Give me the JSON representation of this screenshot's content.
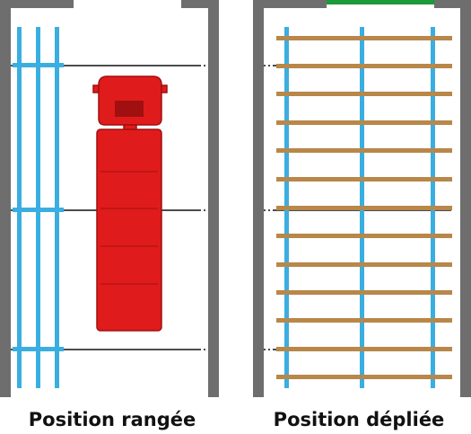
{
  "panels": [
    {
      "id": "stowed",
      "caption": "Position rangée"
    },
    {
      "id": "deployed",
      "caption": "Position dépliée"
    }
  ],
  "colors": {
    "wall": "#6e6e6e",
    "rail": "#3aaee0",
    "beam": "#b8874a",
    "truck": "#e01b1b",
    "truck_dark": "#a01010",
    "line": "#111111",
    "door_marker": "#1a9a3a"
  },
  "icons": {
    "truck": "truck-icon"
  }
}
